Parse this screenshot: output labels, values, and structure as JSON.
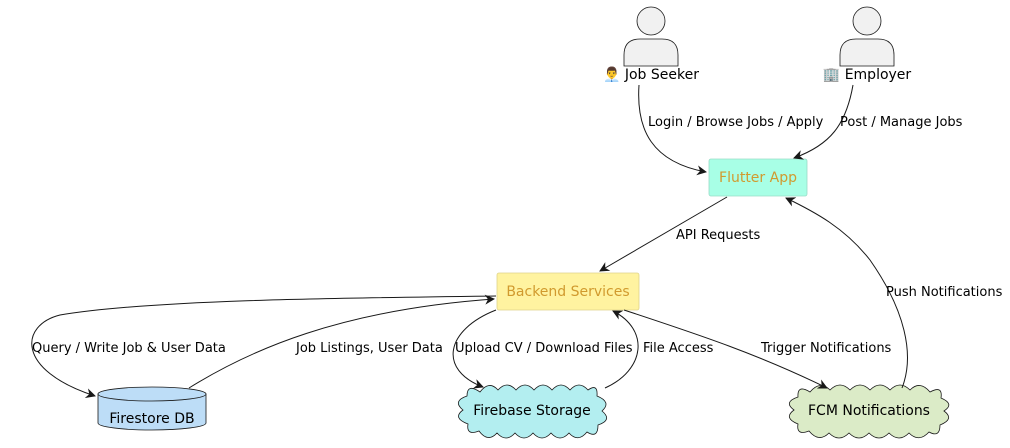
{
  "actors": {
    "job_seeker": {
      "label": "👨‍💼 Job Seeker"
    },
    "employer": {
      "label": "🏢 Employer"
    }
  },
  "nodes": {
    "flutter_app": {
      "label": "Flutter App",
      "fill": "#A8FFE6",
      "text_color": "#D19A2E"
    },
    "backend_services": {
      "label": "Backend Services",
      "fill": "#FFF3A0",
      "text_color": "#D19A2E"
    },
    "firestore_db": {
      "label": "Firestore DB",
      "fill": "#BDDDF7"
    },
    "firebase_storage": {
      "label": "Firebase Storage",
      "fill": "#B3EEF0"
    },
    "fcm_notifications": {
      "label": "FCM Notifications",
      "fill": "#DBEBC7"
    }
  },
  "edges": {
    "login_browse_apply": "Login / Browse Jobs / Apply",
    "post_manage_jobs": "Post / Manage Jobs",
    "api_requests": "API Requests",
    "push_notifications": "Push Notifications",
    "query_write": "Query / Write Job & User Data",
    "job_listings": "Job Listings, User Data",
    "upload_download": "Upload CV / Download Files",
    "file_access": "File Access",
    "trigger_notifications": "Trigger Notifications"
  }
}
